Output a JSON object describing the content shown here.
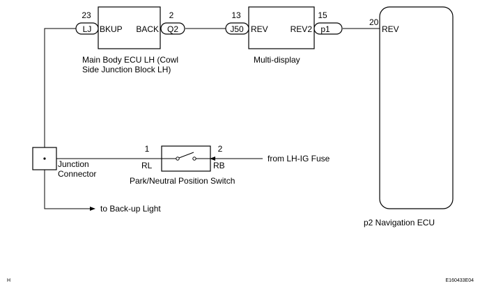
{
  "components": {
    "main_body_ecu": {
      "line1": "Main Body ECU LH (Cowl",
      "line2": "Side Junction Block LH)",
      "term_left": "BKUP",
      "term_right": "BACK"
    },
    "multi_display": {
      "label": "Multi-display",
      "term_left": "REV",
      "term_right": "REV2"
    },
    "navigation_ecu": {
      "label": "p2 Navigation ECU",
      "term": "REV"
    },
    "junction_connector": {
      "line1": "Junction",
      "line2": "Connector"
    },
    "park_neutral_switch": {
      "label": "Park/Neutral Position Switch",
      "term_left": "RL",
      "term_right": "RB"
    }
  },
  "connectors": {
    "lj": "LJ",
    "q2": "Q2",
    "j50": "J50",
    "p1": "p1"
  },
  "pins": {
    "lj": "23",
    "q2": "2",
    "j50": "13",
    "p1": "15",
    "nav": "20",
    "sw_left": "1",
    "sw_right": "2"
  },
  "annotations": {
    "from_fuse": "from LH-IG Fuse",
    "to_backup": "to Back-up Light",
    "corner_left": "H",
    "corner_right": "E160433E04"
  }
}
